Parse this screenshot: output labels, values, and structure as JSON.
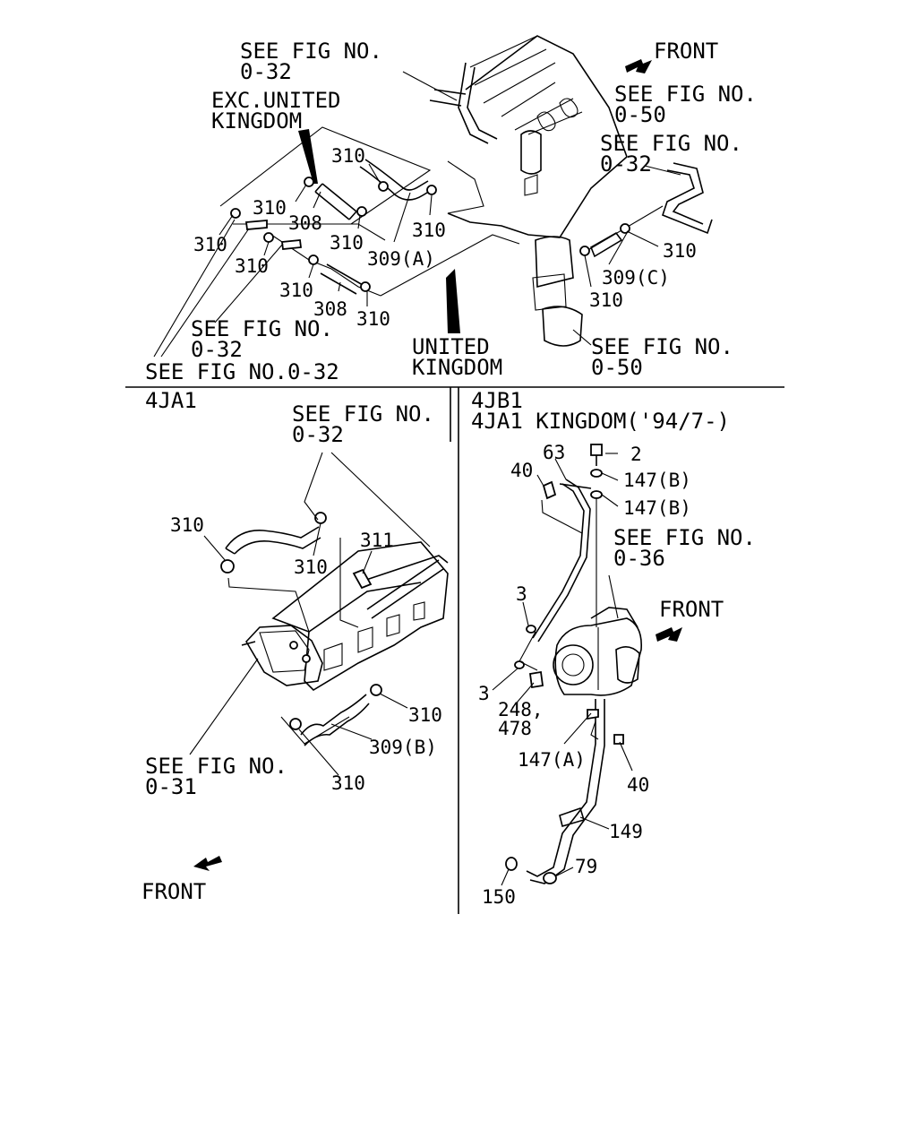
{
  "top": {
    "see_0_32_a": [
      "SEE FIG NO.",
      "0-32"
    ],
    "exc_uk": [
      "EXC.UNITED",
      "KINGDOM"
    ],
    "front": "FRONT",
    "see_0_50_a": [
      "SEE FIG NO.",
      "0-50"
    ],
    "see_0_32_b": [
      "SEE FIG NO.",
      "0-32"
    ],
    "see_0_32_c": [
      "SEE FIG NO.",
      "0-32"
    ],
    "see_0_32_d": "SEE FIG NO.0-32",
    "united_kingdom": [
      "UNITED",
      "KINGDOM"
    ],
    "see_0_50_b": [
      "SEE FIG NO.",
      "0-50"
    ],
    "callouts": {
      "p310a": "310",
      "p310b": "310",
      "p310c": "310",
      "p310d": "310",
      "p310e": "310",
      "p310f": "310",
      "p310g": "310",
      "p310h": "310",
      "p310i": "310",
      "p310j": "310",
      "p308a": "308",
      "p308b": "308",
      "p309a": "309(A)",
      "p309c": "309(C)"
    }
  },
  "left": {
    "model": "4JA1",
    "see_0_32": [
      "SEE FIG NO.",
      "0-32"
    ],
    "see_0_31": [
      "SEE FIG NO.",
      "0-31"
    ],
    "front": "FRONT",
    "callouts": {
      "p310a": "310",
      "p310b": "310",
      "p311": "311",
      "p310c": "310",
      "p309b": "309(B)",
      "p310d": "310"
    }
  },
  "right": {
    "model_1": "4JB1",
    "model_2": "4JA1 KINGDOM('94/7-)",
    "see_0_36": [
      "SEE FIG NO.",
      "0-36"
    ],
    "front": "FRONT",
    "callouts": {
      "p63": "63",
      "p2": "2",
      "p40a": "40",
      "p147b1": "147(B)",
      "p147b2": "147(B)",
      "p3a": "3",
      "p3b": "3",
      "p248": "248,",
      "p478": "478",
      "p147a": "147(A)",
      "p40b": "40",
      "p149": "149",
      "p79": "79",
      "p150": "150"
    }
  }
}
